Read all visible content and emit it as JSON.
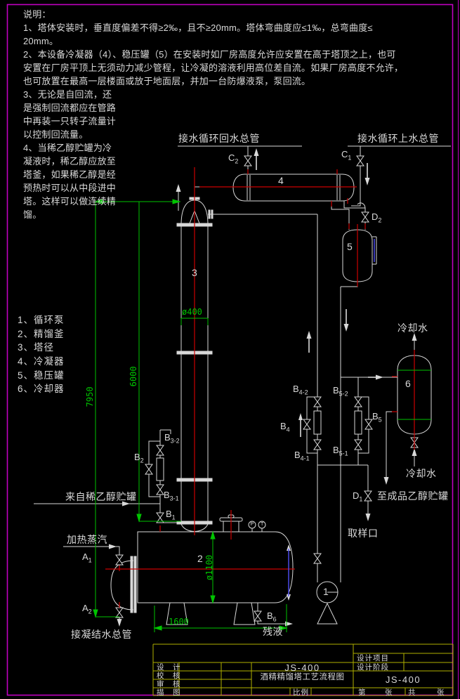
{
  "colors": {
    "background": "#000000",
    "line_white": "#d8d8d8",
    "centerline_red": "#cc0000",
    "dimension_green": "#00c400",
    "titleblock_yellow": "#b0b000",
    "border_magenta": "#c000c0",
    "sightglass_blue": "#4a4ae8"
  },
  "notes": {
    "lines": [
      "说明：",
      "1、塔体安装时，垂直度偏差不得≥2‰，且不≥20mm。塔体弯曲度应≤1‰，总弯曲度≤",
      "20mm。",
      "2、本设备冷凝器（4）、稳压罐（5）在安装时如厂房高度允许应安置在高于塔顶之上，也可",
      "安置在厂房平顶上无须动力减少管程，让冷凝的溶液利用高位差自流。如果厂房高度不允许，",
      "也可放置在最高一层楼面或放于地面层，并加一台防爆液泵，泵回流。",
      "3、无论是自回流，还",
      "是强制回流都应在管路",
      "中再装一只转子流量计",
      "以控制回流量。",
      "4、当稀乙醇贮罐为冷",
      "凝液时，稀乙醇应放至",
      "塔釜，如果稀乙醇是经",
      "预热时可以从中段进中",
      "塔。这样可以做连续精",
      "馏。"
    ]
  },
  "legend": {
    "items": [
      "1、循环泵",
      "2、精馏釜",
      "3、塔径",
      "4、冷凝器",
      "5、稳压罐",
      "6、冷却器"
    ]
  },
  "streams": {
    "return_header": "接水循环回水总管",
    "supply_header": "接水循环上水总管",
    "cooling_water_top": "冷却水",
    "cooling_water_bottom": "冷却水",
    "feed": "来自稀乙醇贮罐",
    "steam": "加热蒸汽",
    "condensate": "接凝结水总管",
    "residue": "残液",
    "product": "至成品乙醇贮罐",
    "sample": "取样口"
  },
  "equipment": {
    "pump": "1",
    "reboiler": "2",
    "column": "3",
    "condenser": "4",
    "surge_tank": "5",
    "cooler": "6"
  },
  "instruments": {
    "pressure": "P",
    "temperature": "T"
  },
  "valves": {
    "c2": {
      "t": "C",
      "s": "2"
    },
    "c1": {
      "t": "C",
      "s": "1"
    },
    "d2": {
      "t": "D",
      "s": "2"
    },
    "d1": {
      "t": "D",
      "s": "1"
    },
    "b1": {
      "t": "B",
      "s": "1"
    },
    "b2": {
      "t": "B",
      "s": "2"
    },
    "b3_2": {
      "t": "B",
      "s": "3-2"
    },
    "b3_1": {
      "t": "B",
      "s": "3-1"
    },
    "b4": {
      "t": "B",
      "s": "4"
    },
    "b4_2": {
      "t": "B",
      "s": "4-2"
    },
    "b4_1": {
      "t": "B",
      "s": "4-1"
    },
    "b5": {
      "t": "B",
      "s": "5"
    },
    "b5_2": {
      "t": "B",
      "s": "5-2"
    },
    "b5_1": {
      "t": "B",
      "s": "5-1"
    },
    "a1": {
      "t": "A",
      "s": "1"
    },
    "a2": {
      "t": "A",
      "s": "2"
    },
    "b6": {
      "t": "B",
      "s": "6"
    }
  },
  "dimensions": {
    "total_height": "7950",
    "column_height": "6000",
    "column_diameter": "ø400",
    "reboiler_diameter": "ø1100",
    "reboiler_length": "1600"
  },
  "title_block": {
    "row_design": "设　计",
    "row_check": "校　核",
    "row_review": "审　核",
    "row_trace": "描　图",
    "drawing_no": "JS-400",
    "drawing_title": "酒精精馏塔工艺流程图",
    "scale_label": "比例",
    "project_label": "设计项目",
    "stage_label": "设计阶段",
    "project_no": "JS-400",
    "sheet_no_label": "第",
    "sheet_label": "张",
    "total_label": "共",
    "total_sheet_label": "张"
  }
}
